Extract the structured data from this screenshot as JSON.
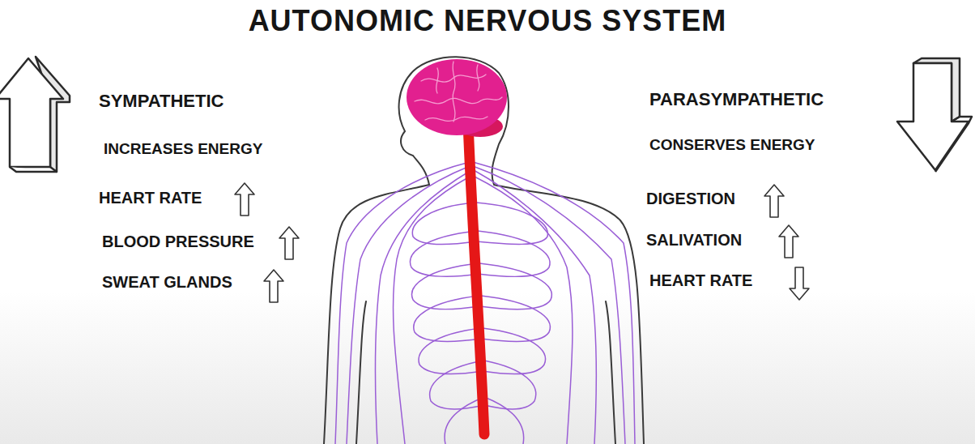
{
  "diagram": {
    "title": "AUTONOMIC NERVOUS SYSTEM",
    "labels": [
      "SYMPATHETIC",
      "INCREASES ENERGY",
      "HEART RATE",
      "BLOOD PRESSURE",
      "SWEAT GLANDS",
      "PARASYMPATHETIC",
      "CONSERVES ENERGY",
      "DIGESTION",
      "SALIVATION",
      "HEART RATE"
    ]
  }
}
